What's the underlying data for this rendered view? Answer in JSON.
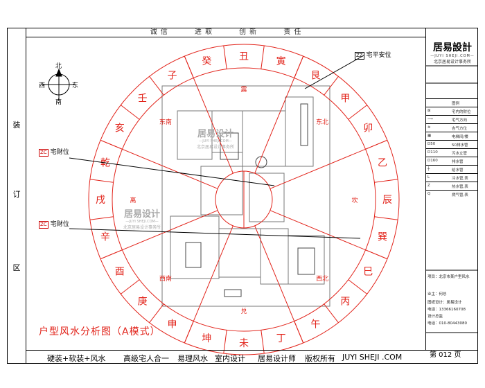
{
  "top_motto": [
    "诚 信",
    "进 取",
    "创 新",
    "责 任"
  ],
  "binding_chars": [
    "装",
    "订",
    "区"
  ],
  "logo": {
    "main": "居易設計",
    "sub": "—JUYI SHEJI.COM—",
    "firm": "北京居易设计事务所"
  },
  "legend": [
    {
      "code": "",
      "label": "图例"
    },
    {
      "code": "⊠",
      "label": "宅内的财位"
    },
    {
      "code": "⟶",
      "label": "宅气方向"
    },
    {
      "code": "≋",
      "label": "吉气方位"
    },
    {
      "code": "▦",
      "label": "电梯间/楼"
    },
    {
      "code": "D50",
      "label": "50排水管"
    },
    {
      "code": "D110",
      "label": "污水立管"
    },
    {
      "code": "D160",
      "label": "排水管"
    },
    {
      "code": "┼",
      "label": "给水管"
    },
    {
      "code": "L",
      "label": "冷水管,表"
    },
    {
      "code": "Z",
      "label": "热水管,表"
    },
    {
      "code": "Q",
      "label": "燃气管,表"
    }
  ],
  "info": {
    "project": "项目：北京市某户型风水",
    "owner_line": "业主：何总",
    "designer": "图纸设计：居易设计",
    "phone1": "电话：13366160708",
    "manager": "设计总监",
    "phone2": "电话：010-80443080"
  },
  "page_number": "第 012 页",
  "diagram_title": "户型风水分析图（A模式）",
  "footer": [
    "硬装+软装+风水",
    "高级宅人合一",
    "易理风水",
    "室内设计",
    "居易设计师",
    "版权所有",
    "JUYI SHEJI .COM"
  ],
  "callouts": {
    "zz_tag": "ZZ",
    "zz_label": "宅平安位",
    "zc_tag": "ZC",
    "zc_label": "宅财位"
  },
  "compass": {
    "north": "北",
    "south": "南",
    "east": "东",
    "west": "西"
  },
  "ring_outer": [
    "艮",
    "甲",
    "卯",
    "乙",
    "辰",
    "巽",
    "巳",
    "丙",
    "午",
    "丁",
    "未",
    "坤",
    "申",
    "庚",
    "酉",
    "辛",
    "戌",
    "乾",
    "亥",
    "壬",
    "子",
    "癸",
    "丑",
    "寅"
  ],
  "ring_inner": [
    "东北",
    "坎",
    "西北",
    "兑",
    "西南",
    "离",
    "东南",
    "震"
  ],
  "watermark": {
    "main": "居易设计",
    "sub": "—JUYI SHEJI.COM—",
    "firm": "北京居易设计事务所"
  }
}
